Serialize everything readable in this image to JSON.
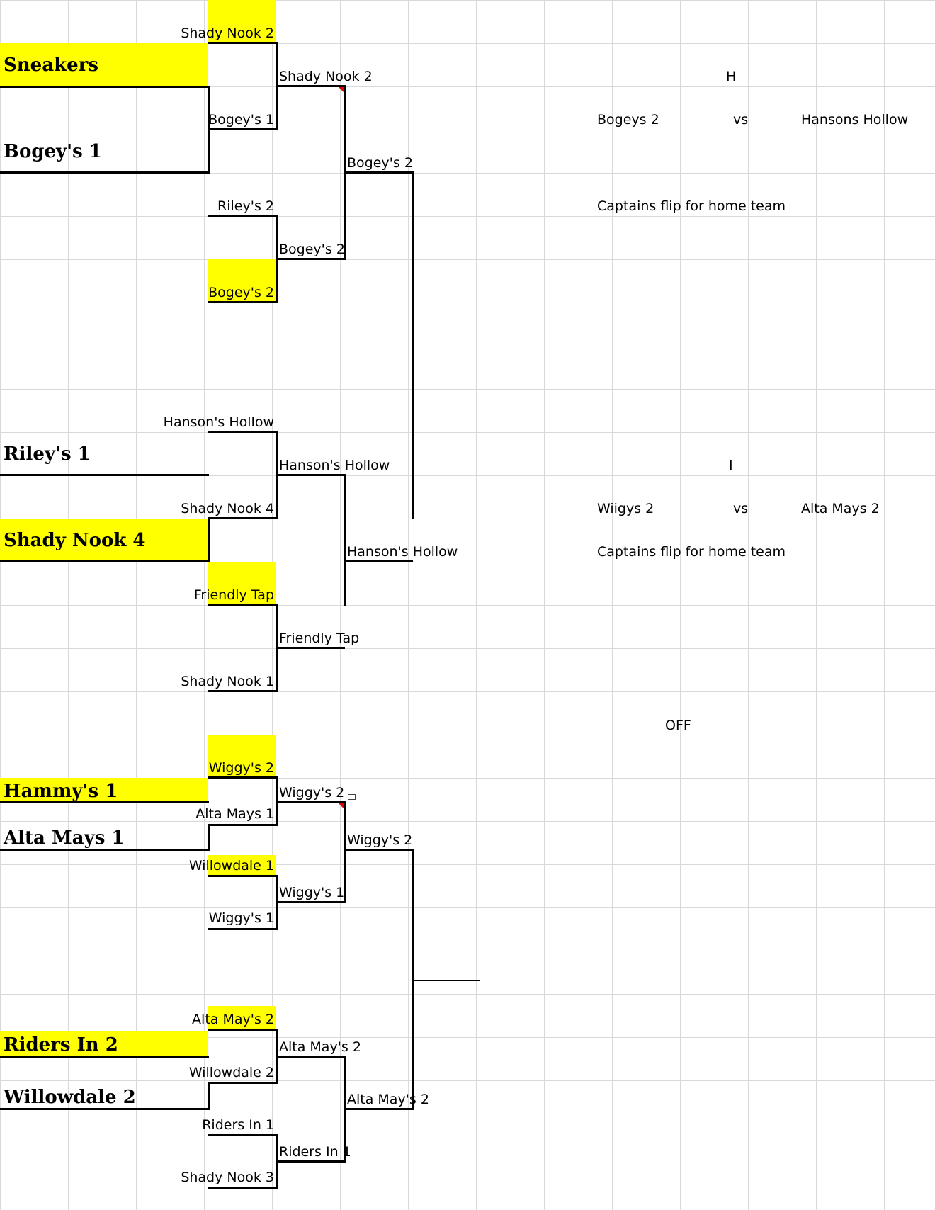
{
  "bracket": {
    "top_section": {
      "seed_teams": [
        "Sneakers",
        "Bogey's 1"
      ],
      "r1": [
        "Shady Nook 2",
        "Bogey's 1",
        "Riley's 2",
        "Bogey's 2"
      ],
      "r2": [
        "Shady Nook 2",
        "Bogey's 2"
      ],
      "r3": [
        "Bogey's 2"
      ]
    },
    "second_section": {
      "seed_teams": [
        "Riley's 1",
        "Shady Nook 4"
      ],
      "r1": [
        "Hanson's Hollow",
        "Shady Nook 4",
        "Friendly Tap",
        "Shady Nook 1"
      ],
      "r2": [
        "Hanson's Hollow",
        "Friendly Tap"
      ],
      "r3": [
        "Hanson's Hollow"
      ]
    },
    "third_section": {
      "seed_teams": [
        "Hammy's 1",
        "Alta Mays 1"
      ],
      "r1": [
        "Wiggy's 2",
        "Alta Mays 1",
        "Willowdale 1",
        "Wiggy's 1"
      ],
      "r2": [
        "Wiggy's 2",
        "Wiggy's 1"
      ],
      "r3": [
        "Wiggy's 2"
      ]
    },
    "fourth_section": {
      "seed_teams": [
        "Riders In 2",
        "Willowdale 2"
      ],
      "r1": [
        "Alta May's 2",
        "Willowdale 2",
        "Riders In 1",
        "Shady Nook 3"
      ],
      "r2": [
        "Alta May's 2",
        "Riders In 1"
      ],
      "r3": [
        "Alta May's 2"
      ]
    }
  },
  "matchups": [
    {
      "letter": "H",
      "team_a": "Bogeys 2",
      "vs": "vs",
      "team_b": "Hansons Hollow",
      "note": "Captains flip for home team"
    },
    {
      "letter": "I",
      "team_a": "Wiigys 2",
      "vs": "vs",
      "team_b": "Alta Mays 2",
      "note": "Captains flip for home team"
    }
  ],
  "off_label": "OFF",
  "colors": {
    "highlight": "#ffff00",
    "gridline": "#d9d9d9",
    "line": "#000000",
    "comment_marker": "#e00000"
  }
}
